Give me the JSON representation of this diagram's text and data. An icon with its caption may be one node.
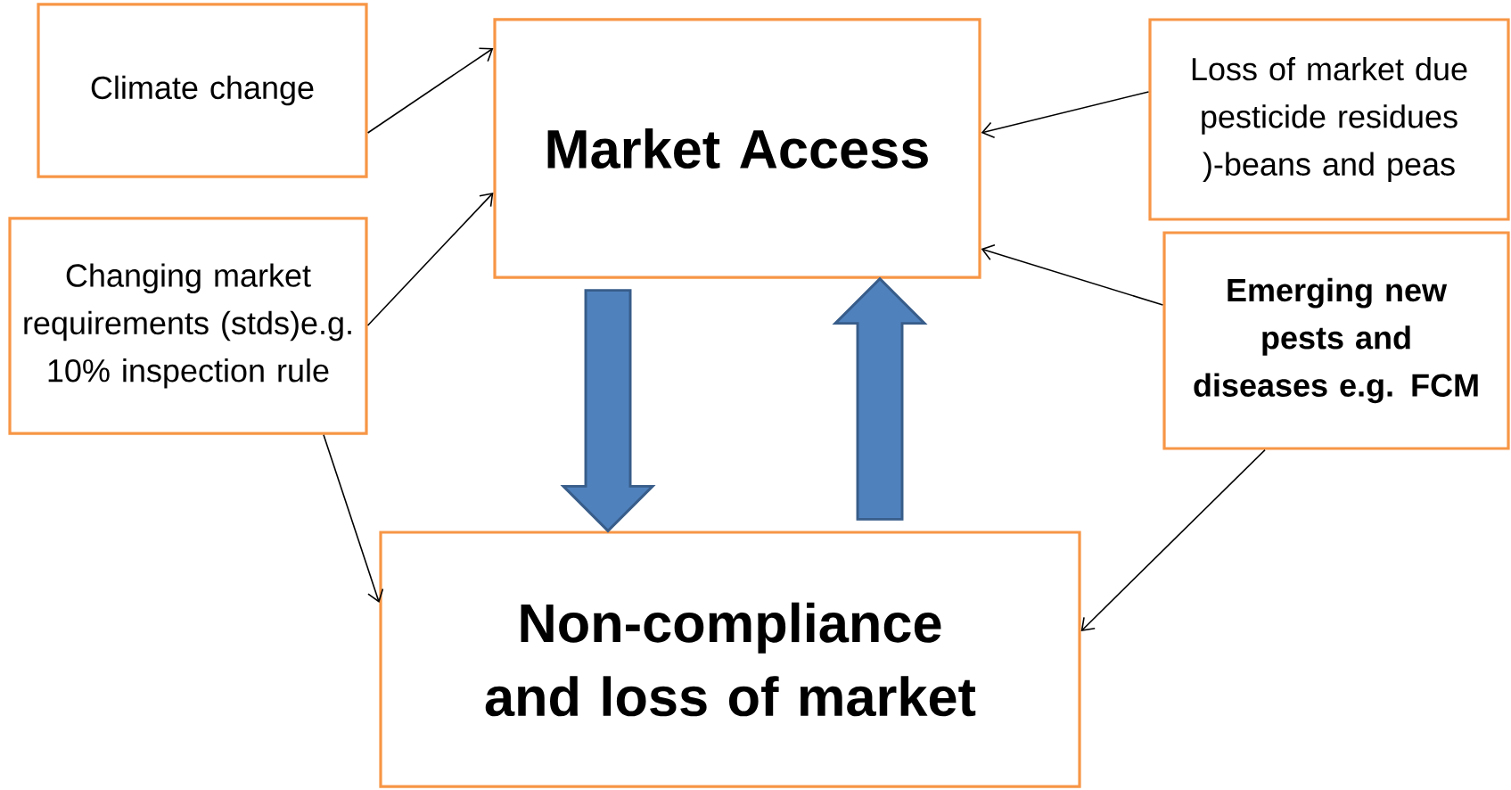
{
  "diagram": {
    "nodes": [
      {
        "text": [
          "Climate change"
        ]
      },
      {
        "text": [
          "Changing market requirements (stds)e.g. 10% inspection rule"
        ]
      },
      {
        "text": [
          "Market Access"
        ]
      },
      {
        "text": [
          "Loss of market due pesticide residues )-beans and peas"
        ]
      },
      {
        "text": [
          "Emerging new pests and diseases e.g. FCM"
        ]
      },
      {
        "text": [
          "Non-compliance and loss of market"
        ]
      }
    ],
    "edges": [
      {
        "from": 0,
        "to": 2,
        "arrow": "to"
      },
      {
        "from": 1,
        "to": 2,
        "arrow": "to"
      },
      {
        "from": 3,
        "to": 2,
        "arrow": "to"
      },
      {
        "from": 4,
        "to": 2,
        "arrow": "to"
      },
      {
        "from": 1,
        "to": 5,
        "arrow": "to"
      },
      {
        "from": 4,
        "to": 5,
        "arrow": "to"
      },
      {
        "from": 2,
        "to": 5,
        "arrow": "to",
        "style": "thick",
        "color": "#4f81bd"
      },
      {
        "from": 5,
        "to": 2,
        "arrow": "to",
        "style": "thick",
        "color": "#4f81bd"
      }
    ]
  }
}
